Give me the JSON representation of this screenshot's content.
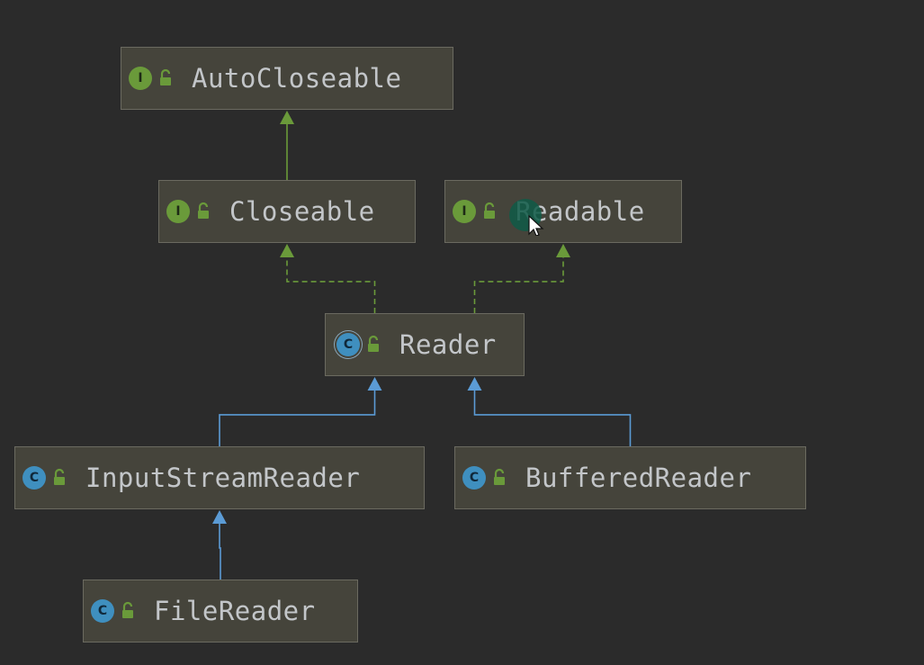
{
  "colors": {
    "background": "#2b2b2b",
    "node_fill": "#45443b",
    "node_border": "#6b6a60",
    "label_text": "#c3c6c9",
    "interface_badge": "#6a9a3a",
    "class_badge": "#3f8fbf",
    "implements_edge": "#6a9a3a",
    "extends_edge": "#5b9bd5"
  },
  "nodes": [
    {
      "id": "autocloseable",
      "label": "AutoCloseable",
      "kind": "interface",
      "badge": "I",
      "icon": "interface-icon"
    },
    {
      "id": "closeable",
      "label": "Closeable",
      "kind": "interface",
      "badge": "I",
      "icon": "interface-icon"
    },
    {
      "id": "readable",
      "label": "Readable",
      "kind": "interface",
      "badge": "I",
      "icon": "interface-icon"
    },
    {
      "id": "reader",
      "label": "Reader",
      "kind": "abstract",
      "badge": "C",
      "icon": "abstract-class-icon"
    },
    {
      "id": "inputstreamreader",
      "label": "InputStreamReader",
      "kind": "class",
      "badge": "C",
      "icon": "class-icon"
    },
    {
      "id": "bufferedreader",
      "label": "BufferedReader",
      "kind": "class",
      "badge": "C",
      "icon": "class-icon"
    },
    {
      "id": "filereader",
      "label": "FileReader",
      "kind": "class",
      "badge": "C",
      "icon": "class-icon"
    }
  ],
  "edges": [
    {
      "from": "closeable",
      "to": "autocloseable",
      "type": "extends-interface"
    },
    {
      "from": "reader",
      "to": "closeable",
      "type": "implements"
    },
    {
      "from": "reader",
      "to": "readable",
      "type": "implements"
    },
    {
      "from": "inputstreamreader",
      "to": "reader",
      "type": "extends"
    },
    {
      "from": "bufferedreader",
      "to": "reader",
      "type": "extends"
    },
    {
      "from": "filereader",
      "to": "inputstreamreader",
      "type": "extends"
    }
  ],
  "cursor": {
    "icon": "mouse-pointer-icon",
    "highlight": "click-highlight"
  }
}
